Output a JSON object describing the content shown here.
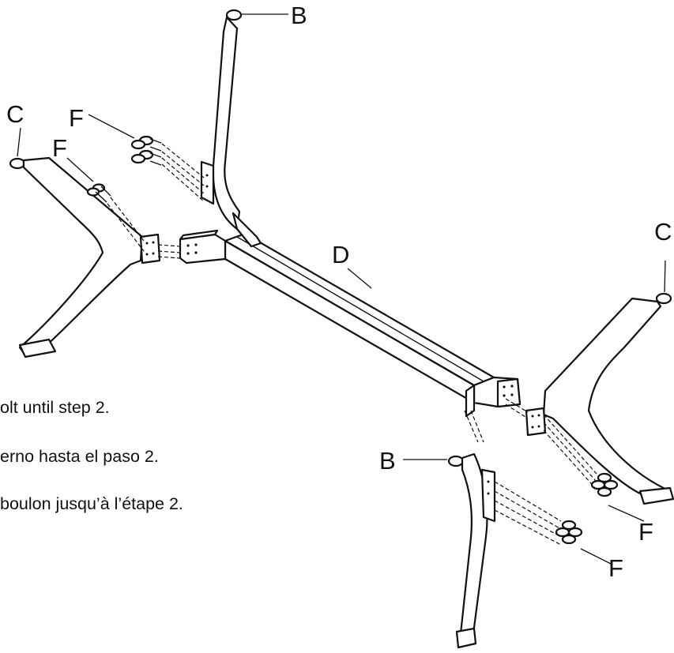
{
  "labels": {
    "B_top": "B",
    "B_bottom": "B",
    "C_left": "C",
    "C_right": "C",
    "D": "D",
    "F_top": "F",
    "F_left": "F",
    "F_right_upper": "F",
    "F_right_lower": "F"
  },
  "notes": {
    "en": "olt until step 2.",
    "es": "erno hasta el paso 2.",
    "fr": "boulon jusqu’à l’étape 2."
  }
}
